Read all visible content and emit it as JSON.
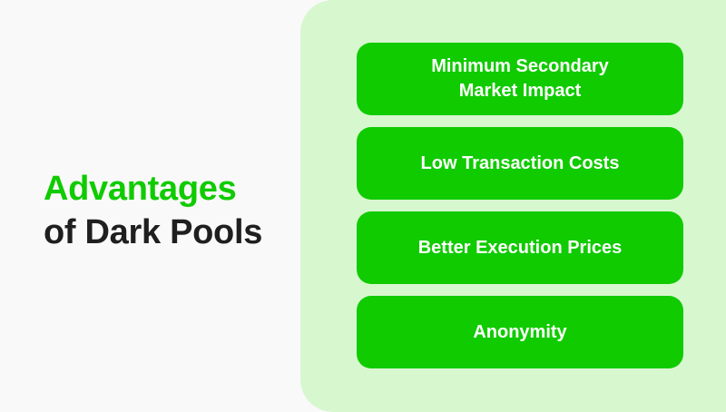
{
  "heading": {
    "line1": "Advantages",
    "line2": "of Dark Pools"
  },
  "advantages": [
    {
      "label": "Minimum Secondary\nMarket Impact"
    },
    {
      "label": "Low Transaction Costs"
    },
    {
      "label": "Better Execution Prices"
    },
    {
      "label": "Anonymity"
    }
  ],
  "colors": {
    "accent": "#10cb00",
    "panel": "#d7f7cf",
    "background": "#f9f9f9",
    "text_dark": "#1f1f1f"
  }
}
